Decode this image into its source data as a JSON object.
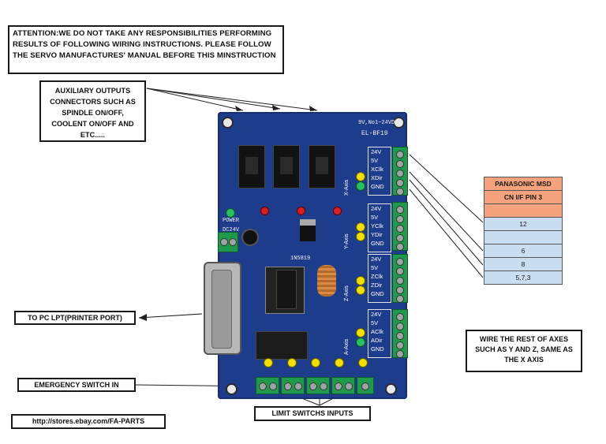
{
  "notes": {
    "attention": "ATTENTION:WE DO NOT TAKE ANY RESPONSIBILITIES PERFORMING RESULTS OF FOLLOWING WIRING INSTRUCTIONS. PLEASE FOLLOW THE SERVO MANUFACTURES' MANUAL BEFORE THIS MINSTRUCTION",
    "auxiliary": "AUXILIARY OUTPUTS CONNECTORS SUCH AS SPINDLE ON/OFF, COOLENT ON/OFF AND ETC.....",
    "pc_lpt": "TO PC LPT(PRINTER PORT)",
    "emergency": "EMERGENCY SWITCH IN",
    "limit": "LIMIT SWITCHS INPUTS",
    "url": "http://stores.ebay.com/FA-PARTS",
    "rest_axes": "WIRE THE REST OF AXES SUCH AS Y AND Z, SAME AS THE X AXIS"
  },
  "pin_table": {
    "header1": "PANASONIC MSD",
    "header2": "CN I/F PIN 3",
    "rows": [
      "12",
      "",
      "6",
      "8",
      "5,7,3"
    ]
  },
  "board": {
    "model": "EL-BF19",
    "voltage": "9V,No1~24VDC",
    "power_label": "POWER",
    "dc_label": "DC24V",
    "diode_label": "1N5819",
    "axes": [
      {
        "name": "X-Axis",
        "pins": [
          "24V",
          "5V",
          "XClk",
          "XDir",
          "GND"
        ]
      },
      {
        "name": "Y-Axis",
        "pins": [
          "24V",
          "5V",
          "YClk",
          "YDir",
          "GND"
        ]
      },
      {
        "name": "Z-Axis",
        "pins": [
          "24V",
          "5V",
          "ZClk",
          "ZDir",
          "GND"
        ]
      },
      {
        "name": "A-Axis",
        "pins": [
          "24V",
          "5V",
          "AClk",
          "ADir",
          "GND"
        ]
      }
    ]
  },
  "colors": {
    "board": "#1e3c8c",
    "terminal": "#1f9a4d",
    "table_header": "#f6a27c",
    "table_row": "#c9def0"
  }
}
